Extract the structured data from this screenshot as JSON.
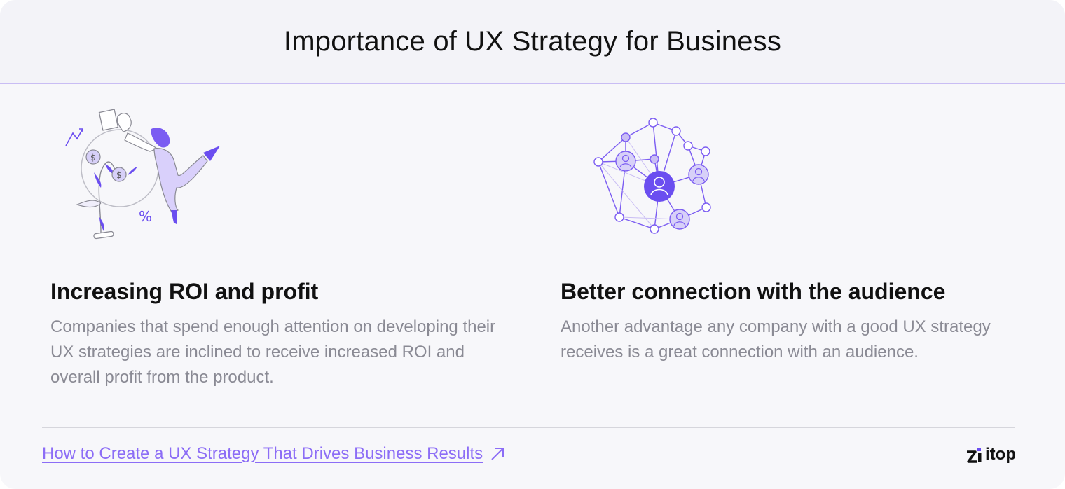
{
  "header": {
    "title": "Importance of UX Strategy for Business"
  },
  "sections": [
    {
      "title": "Increasing ROI and profit",
      "body": "Companies that spend enough attention on developing their UX strategies are inclined to receive increased ROI and overall profit from the product."
    },
    {
      "title": "Better connection with the audience",
      "body": "Another advantage any company with a good UX strategy receives is a great connection with an audience."
    }
  ],
  "footer": {
    "link_label": "How to Create a UX Strategy That Drives Business Results",
    "logo_text": "itop"
  },
  "colors": {
    "accent": "#6b4ef0",
    "accent_light": "#c9bdf4",
    "link": "#8c6df6",
    "heading": "#111111",
    "body_text": "#8a8a94"
  },
  "icons": {
    "left_illustration": "person-with-money-plant-illustration",
    "right_illustration": "people-network-illustration",
    "link_arrow": "arrow-up-right-icon",
    "logo_mark": "logo-mark-icon"
  }
}
